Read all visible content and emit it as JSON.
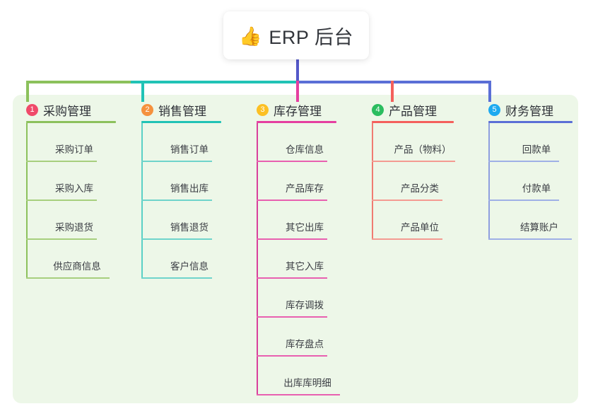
{
  "diagram": {
    "title": "ERP 后台",
    "title_icon": "thumbs-up-icon",
    "title_emoji": "👍",
    "panel_color": "#edf7e8",
    "trunk_color": "#5458c9"
  },
  "columns": [
    {
      "index": "1",
      "title": "采购管理",
      "badge_color": "#f04a6a",
      "line_color": "#8cc15c",
      "items": [
        "采购订单",
        "采购入库",
        "采购退货",
        "供应商信息"
      ]
    },
    {
      "index": "2",
      "title": "销售管理",
      "badge_color": "#f5913e",
      "line_color": "#21c3b6",
      "items": [
        "销售订单",
        "销售出库",
        "销售退货",
        "客户信息"
      ]
    },
    {
      "index": "3",
      "title": "库存管理",
      "badge_color": "#fcc024",
      "line_color": "#e53fa0",
      "items": [
        "仓库信息",
        "产品库存",
        "其它出库",
        "其它入库",
        "库存调拨",
        "库存盘点",
        "出库库明细"
      ]
    },
    {
      "index": "4",
      "title": "产品管理",
      "badge_color": "#2bbd5f",
      "line_color": "#f4605c",
      "items": [
        "产品（物料）",
        "产品分类",
        "产品单位"
      ]
    },
    {
      "index": "5",
      "title": "财务管理",
      "badge_color": "#1eaaf0",
      "line_color": "#5b6fd6",
      "items": [
        "回款单",
        "付款单",
        "结算账户"
      ]
    }
  ]
}
